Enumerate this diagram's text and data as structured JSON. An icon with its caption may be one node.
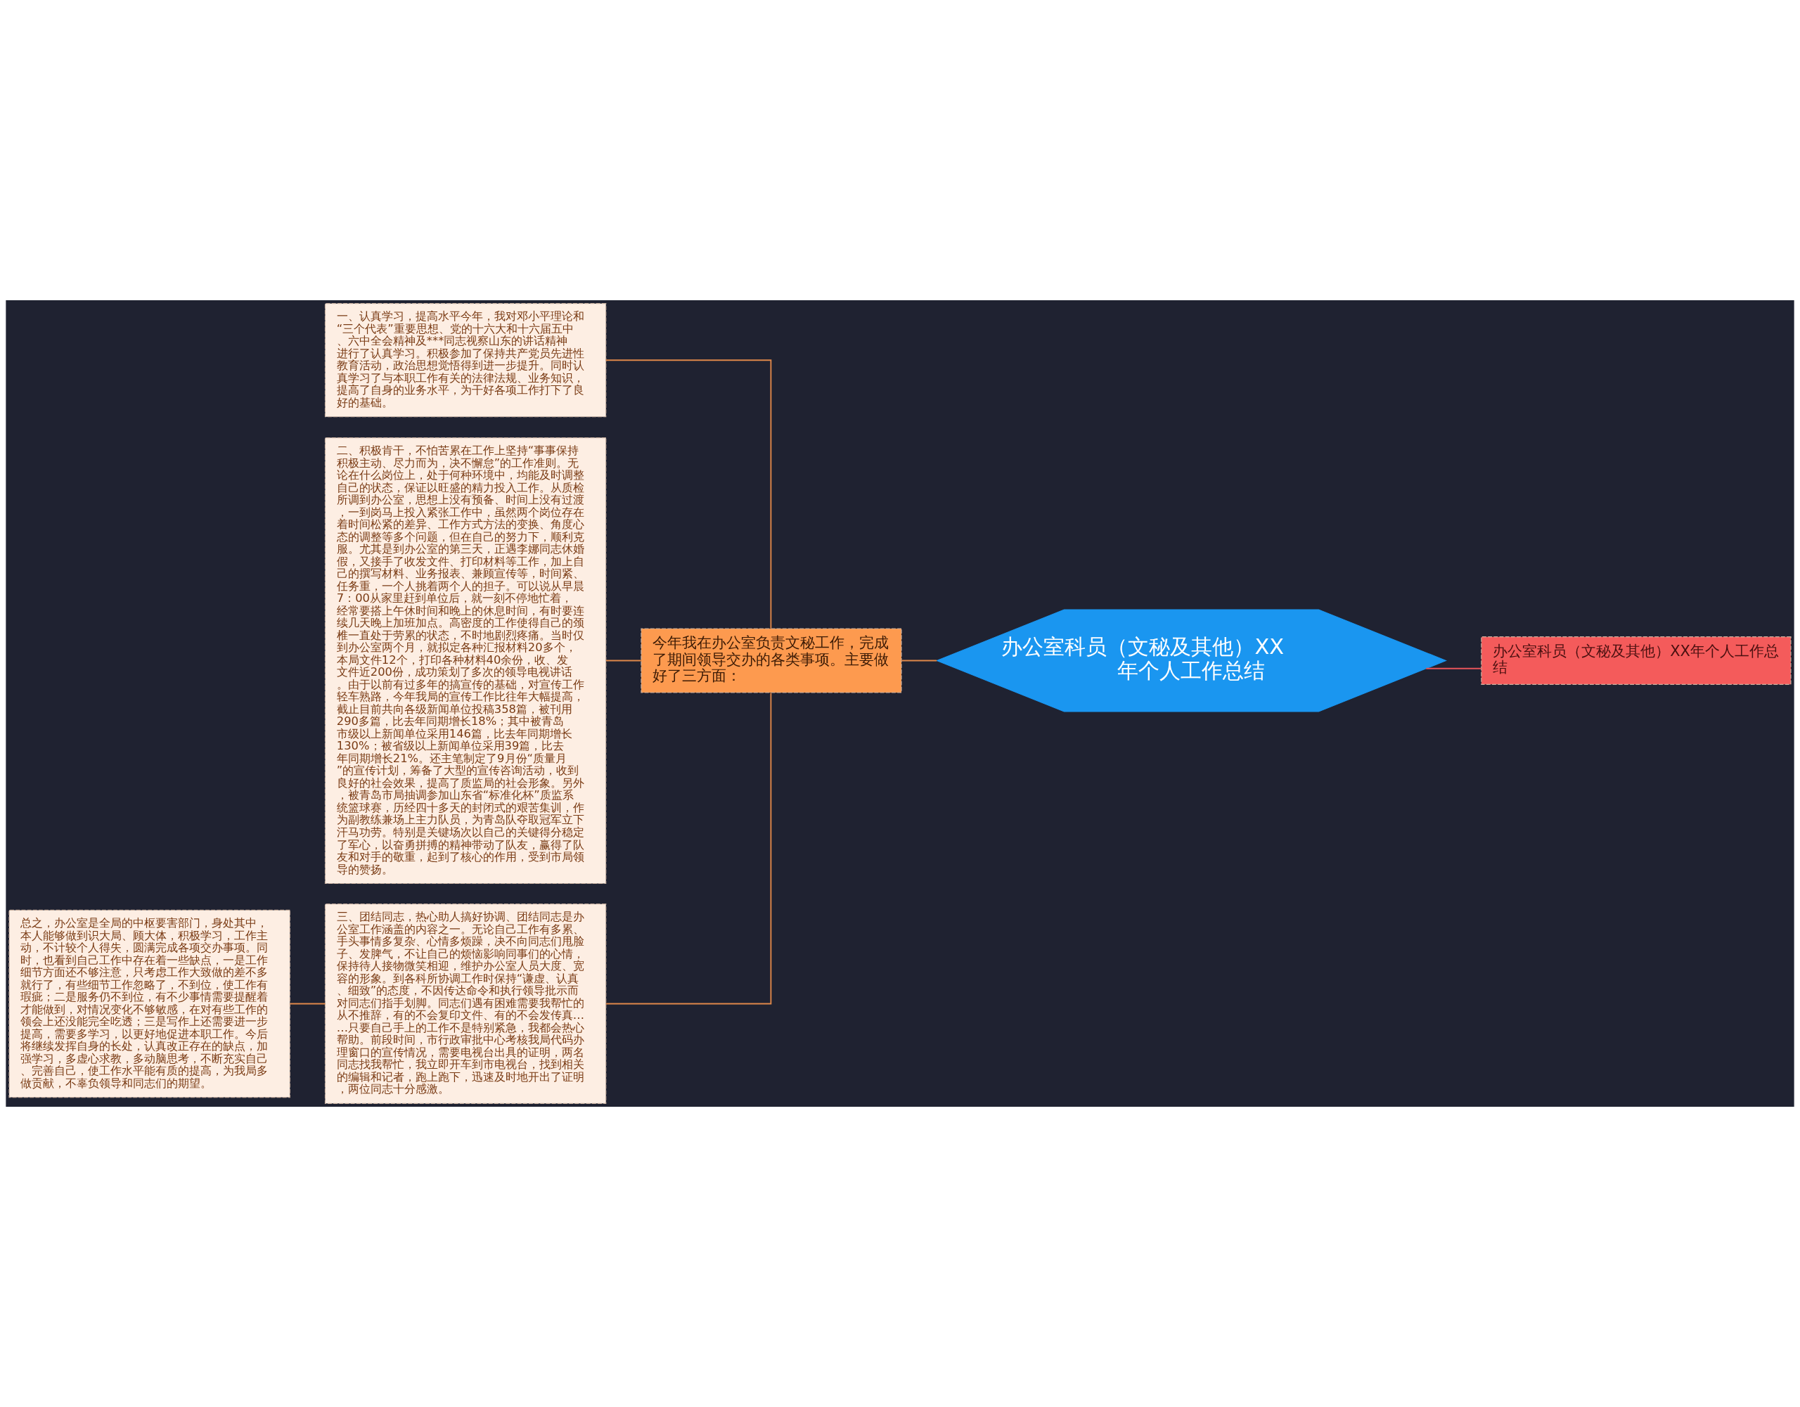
{
  "diagram": {
    "nodes": [
      {
        "text": [
          "办公室科员（文秘及其他）XX年个人工作总结"
        ]
      },
      {
        "text": [
          "办公室科员（文秘及其他）XX年个人工作总结"
        ]
      },
      {
        "text": [
          "今年我在办公室负责文秘工作，完成了期间领导交办的各类事项。主要做好了三方面："
        ]
      },
      {
        "text": [
          "一、认真学习，提高水平今年，我对邓小平理论和“三个代表”重要思想、党的十六大和十六届五中、六中全会精神及***同志视察山东的讲话精神进行了认真学习。积极参加了保持共产党员先进性教育活动，政治思想觉悟得到进一步提升。同时认真学习了与本职工作有关的法律法规、业务知识，提高了自身的业务水平，为干好各项工作打下了良好的基础。"
        ]
      },
      {
        "text": [
          "二、积极肯干，不怕苦累在工作上坚持“事事保持积极主动、尽力而为，决不懈怠”的工作准则。无论在什么岗位上，处于何种环境中，均能及时调整自己的状态，保证以旺盛的精力投入工作。从质检所调到办公室，思想上没有预备、时间上没有过渡，一到岗马上投入紧张工作中，虽然两个岗位存在着时间松紧的差异、工作方式方法的变换、角度心态的调整等多个问题，但在自己的努力下，顺利克服。尤其是到办公室的第三天，正遇李娜同志休婚假，又接手了收发文件、打印材料等工作，加上自己的撰写材料、业务报表、兼顾宣传等，时间紧、任务重，一个人挑着两个人的担子。可以说从早晨7：00从家里赶到单位后，就一刻不停地忙着，经常要搭上午休时间和晚上的休息时间，有时要连续几天晚上加班加点。高密度的工作使得自己的颈椎一直处于劳累的状态，不时地剧烈疼痛。当时仅到办公室两个月，就拟定各种汇报材料20多个，本局文件12个，打印各种材料40余份，收、发文件近200份，成功策划了多次的领导电视讲话。由于以前有过多年的搞宣传的基础，对宣传工作轻车熟路，今年我局的宣传工作比往年大幅提高，截止目前共向各级新闻单位投稿358篇，被刊用290多篇，比去年同期增长18%；其中被青岛市级以上新闻单位采用146篇，比去年同期增长130%；被省级以上新闻单位采用39篇，比去年同期增长21%。还主笔制定了9月份“质量月”的宣传计划，筹备了大型的宣传咨询活动，收到良好的社会效果，提高了质监局的社会形象。另外，被青岛市局抽调参加山东省“标准化杯”质监系统篮球赛，历经四十多天的封闭式的艰苦集训，作为副教练兼场上主力队员，为青岛队夺取冠军立下汗马功劳。特别是关键场次以自己的关键得分稳定了军心，以奋勇拼搏的精神带动了队友，赢得了队友和对手的敬重，起到了核心的作用，受到市局领导的赞扬。"
        ]
      },
      {
        "text": [
          "三、团结同志，热心助人搞好协调、团结同志是办公室工作涵盖的内容之一。无论自己工作有多累、手头事情多复杂、心情多烦躁，决不向同志们甩脸子、发脾气，不让自己的烦恼影响同事们的心情，保持待人接物微笑相迎，维护办公室人员大度、宽容的形象。到各科所协调工作时保持“谦虚、认真、细致”的态度，不因传达命令和执行领导批示而对同志们指手划脚。同志们遇有困难需要我帮忙的从不推辞，有的不会复印文件、有的不会发传真……只要自己手上的工作不是特别紧急，我都会热心帮助。前段时间，市行政审批中心考核我局代码办理窗口的宣传情况，需要电视台出具的证明，两名同志找我帮忙，我立即开车到市电视台，找到相关的编辑和记者，跑上跑下，迅速及时地开出了证明，两位同志十分感激。"
        ]
      },
      {
        "text": [
          "总之，办公室是全局的中枢要害部门，身处其中，本人能够做到识大局、顾大体，积极学习，工作主动，不计较个人得失，圆满完成各项交办事项。同时，也看到自己工作中存在着一些缺点，一是工作细节方面还不够注意，只考虑工作大致做的差不多就行了，有些细节工作忽略了，不到位，使工作有瑕疵；二是服务仍不到位，有不少事情需要提醒着才能做到，对情况变化不够敏感，在对有些工作的领会上还没能完全吃透；三是写作上还需要进一步提高，需要多学习，以更好地促进本职工作。今后将继续发挥自身的长处，认真改正存在的缺点，加强学习，多虚心求教，多动脑思考，不断充实自己、完善自己，使工作水平能有质的提高，为我局多做贡献，不辜负领导和同志们的期望。"
        ]
      }
    ],
    "edges": [
      {
        "from": 0,
        "to": 1,
        "arrow": "none",
        "color": "#e8555b"
      },
      {
        "from": 0,
        "to": 2,
        "arrow": "none"
      },
      {
        "from": 2,
        "to": 3,
        "arrow": "none"
      },
      {
        "from": 2,
        "to": 4,
        "arrow": "none"
      },
      {
        "from": 2,
        "to": 5,
        "arrow": "none"
      },
      {
        "from": 5,
        "to": 6,
        "arrow": "none"
      }
    ]
  }
}
